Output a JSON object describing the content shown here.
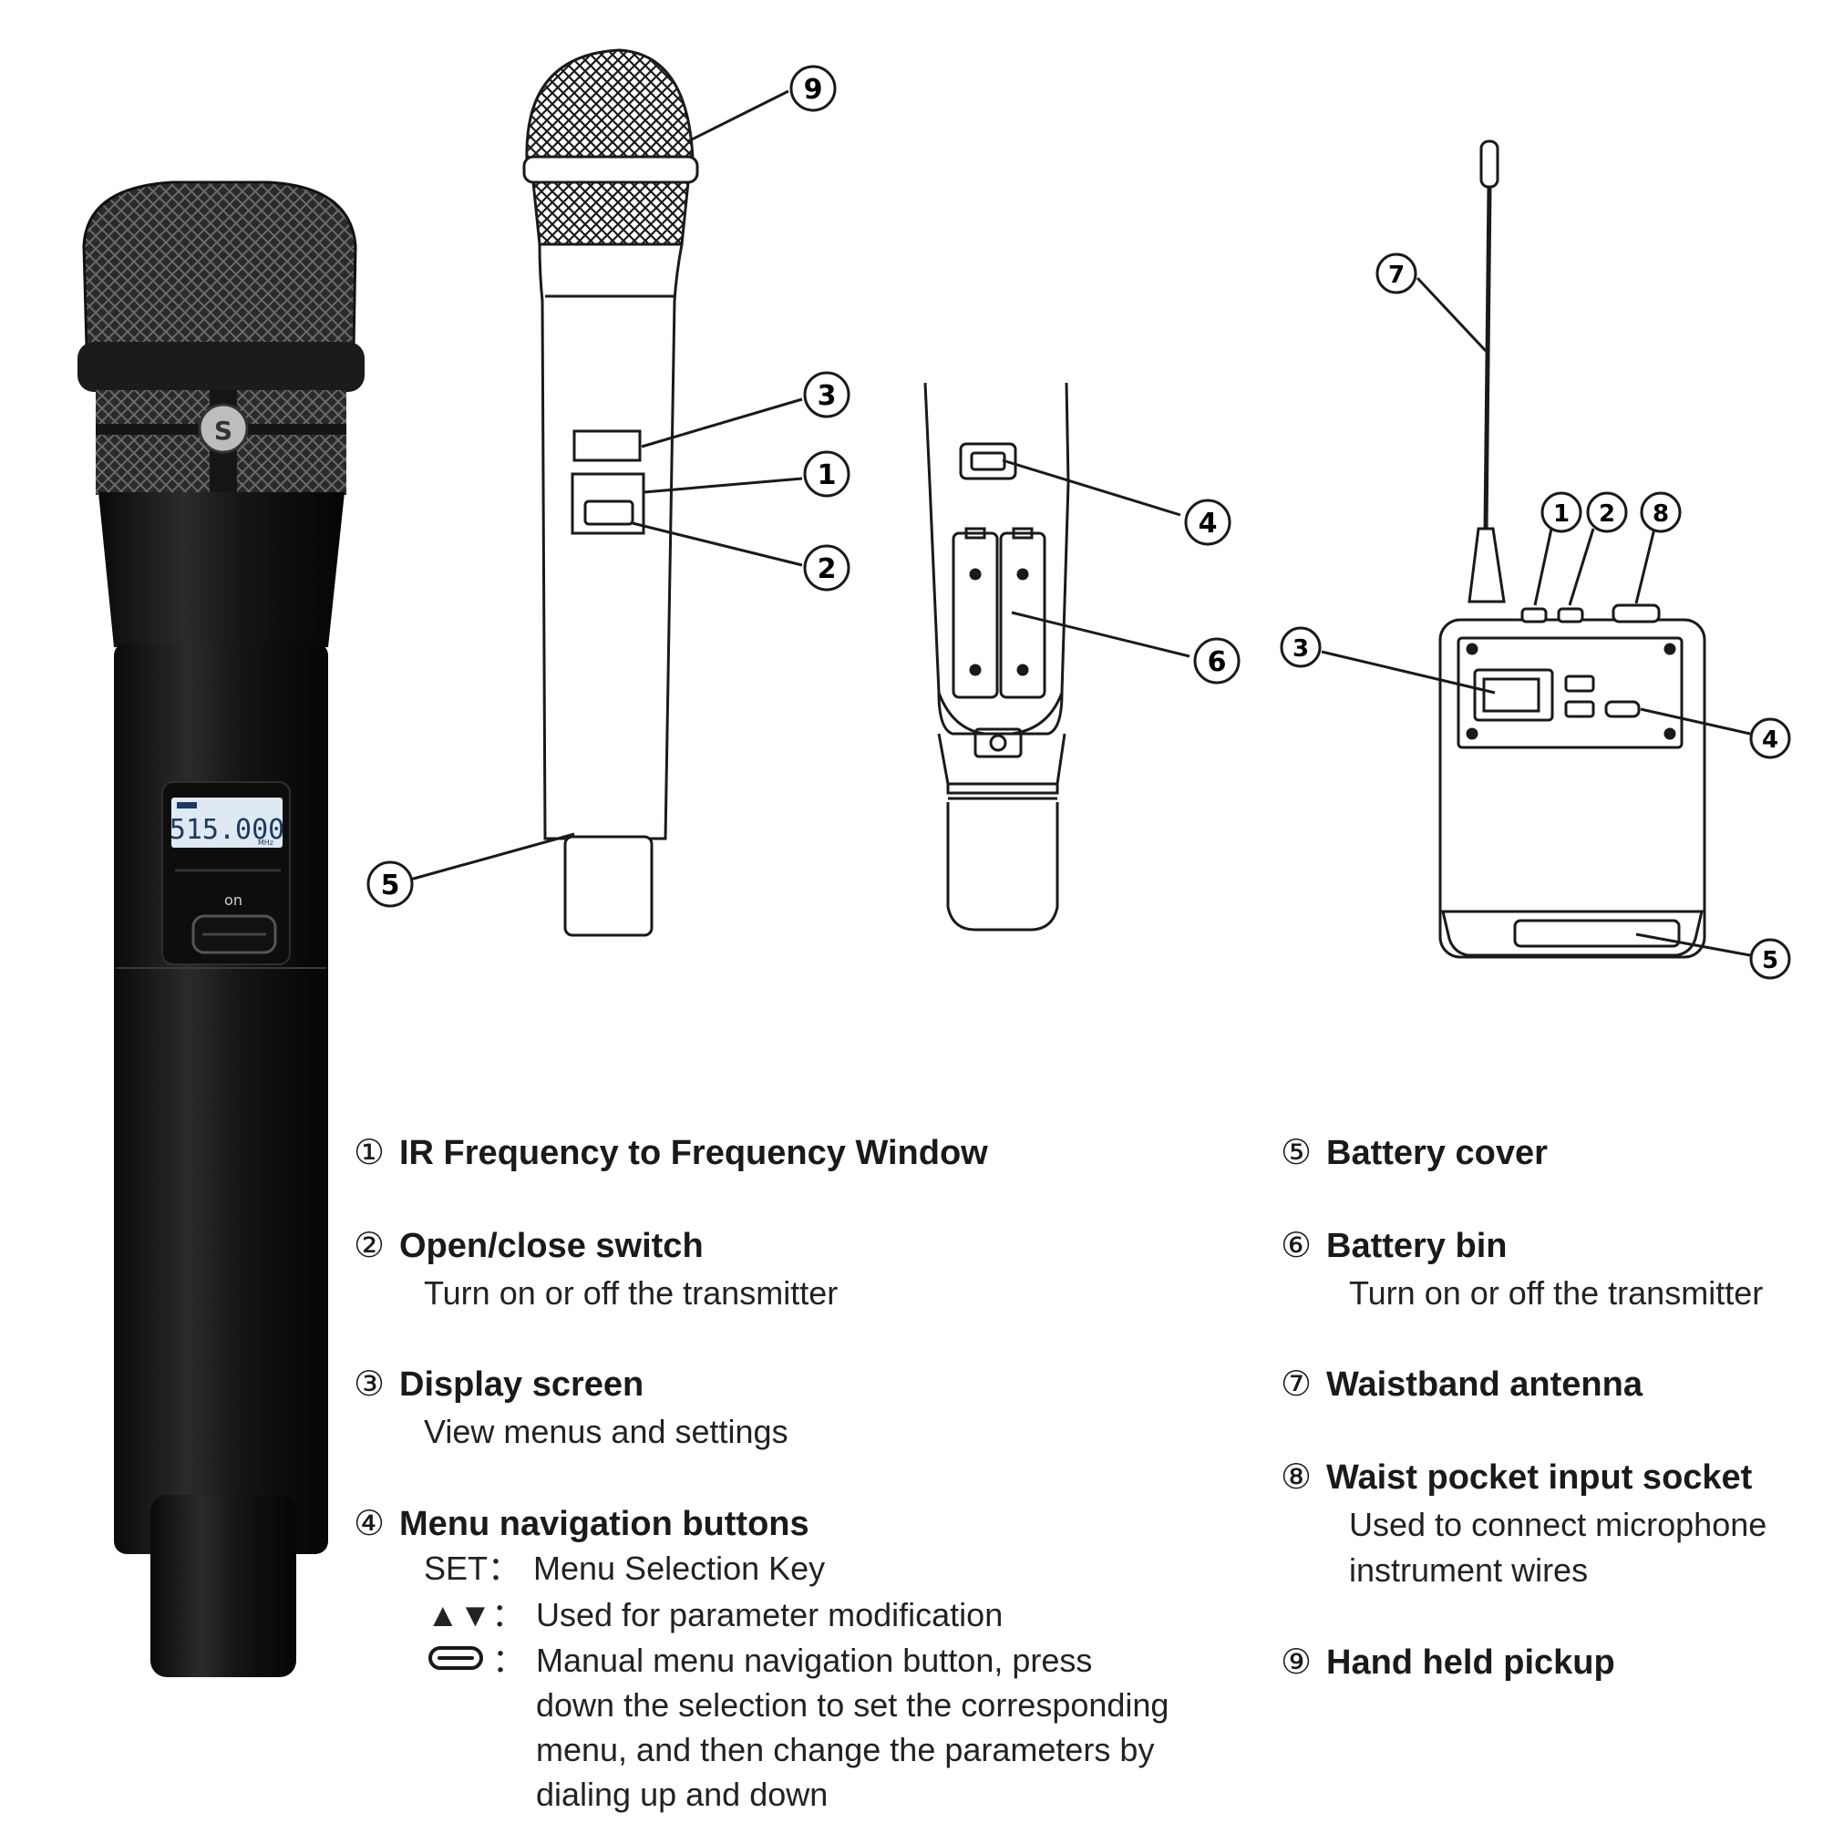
{
  "photo": {
    "display_freq": "515.000",
    "display_unit": "MHz",
    "switch_label": "on"
  },
  "callouts": {
    "handheld": [
      "9",
      "3",
      "1",
      "2",
      "5"
    ],
    "battery_bay": [
      "4",
      "6"
    ],
    "bodypack": [
      "7",
      "1",
      "2",
      "8",
      "3",
      "4",
      "5"
    ]
  },
  "legend": {
    "item1": {
      "num": "①",
      "title": "IR Frequency to Frequency Window"
    },
    "item2": {
      "num": "②",
      "title": "Open/close switch",
      "desc": "Turn on or off the transmitter"
    },
    "item3": {
      "num": "③",
      "title": "Display screen",
      "desc": "View menus and settings"
    },
    "item4": {
      "num": "④",
      "title": "Menu navigation buttons",
      "set_key": "SET：",
      "set_desc": "Menu Selection Key",
      "arrow_key": "▲▼：",
      "arrow_desc": "Used for parameter modification",
      "dial_key": "：",
      "dial_desc": [
        "Manual menu navigation button, press",
        "down the selection to set the corresponding",
        "menu, and then change the parameters by",
        "dialing up and down"
      ]
    },
    "item5": {
      "num": "⑤",
      "title": "Battery cover"
    },
    "item6": {
      "num": "⑥",
      "title": "Battery bin",
      "desc": "Turn on or off the transmitter"
    },
    "item7": {
      "num": "⑦",
      "title": "Waistband antenna"
    },
    "item8": {
      "num": "⑧",
      "title": "Waist pocket input socket",
      "desc": [
        "Used to connect microphone",
        "instrument wires"
      ]
    },
    "item9": {
      "num": "⑨",
      "title": "Hand  held pickup"
    }
  },
  "colors": {
    "line": "#1a1a1a",
    "mic_body": "#141414",
    "lcd": "#dfe9f2"
  }
}
